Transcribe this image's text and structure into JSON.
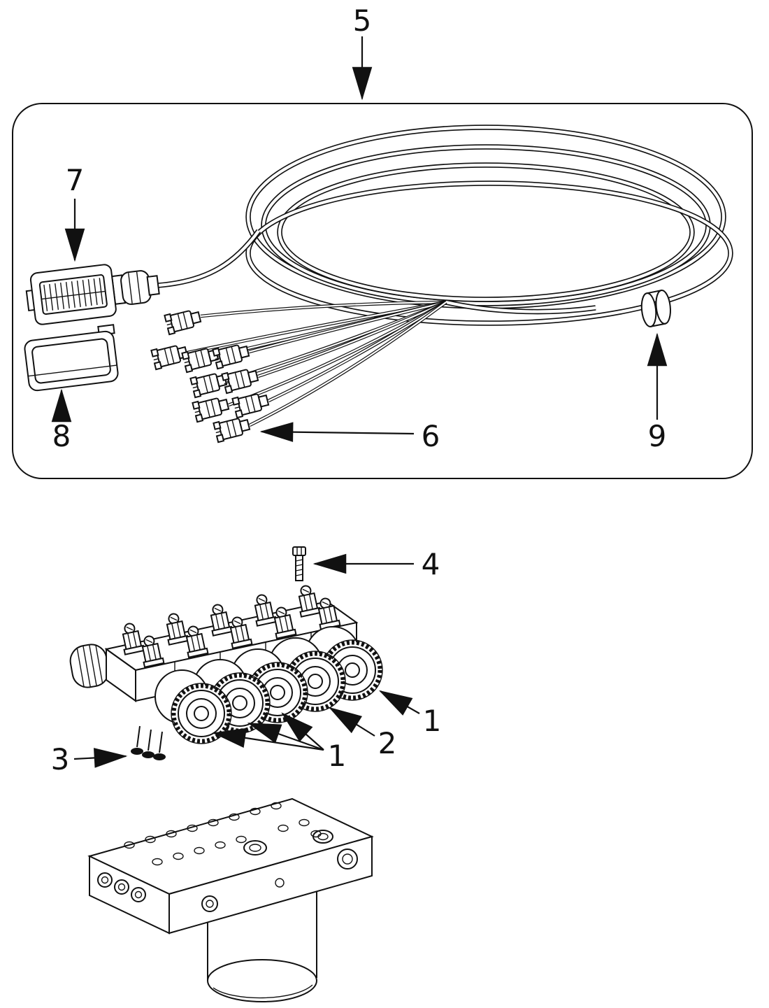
{
  "figure": {
    "type": "exploded-parts-diagram",
    "description": "Wiring harness with connectors (top panel) and solenoid valve block with manifold (bottom)",
    "colors": {
      "line": "#111111",
      "background": "#ffffff"
    },
    "callouts": {
      "harness": "5",
      "branch_connector": "6",
      "main_connector": "7",
      "connector_cover": "8",
      "grommet": "9",
      "coil_right": "1",
      "coil_mid": "2",
      "coils_left": "1",
      "plugs": "3",
      "bolt": "4"
    }
  }
}
